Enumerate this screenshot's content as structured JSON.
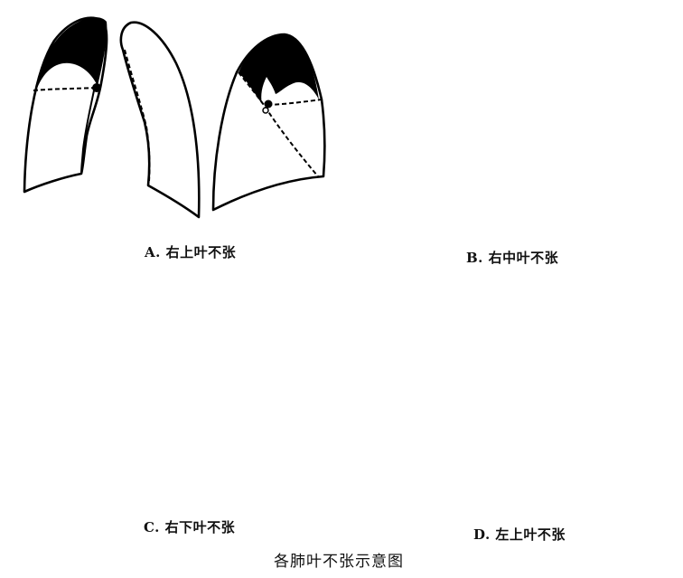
{
  "figure": {
    "title": "各肺叶不张示意图",
    "panels": [
      {
        "id": "A",
        "caption": "A. 右上叶不张",
        "meaning": "right upper lobe atelectasis"
      },
      {
        "id": "B",
        "caption": "B. 右中叶不张",
        "meaning": "right middle lobe atelectasis"
      },
      {
        "id": "C",
        "caption": "C. 右下叶不张",
        "meaning": "right lower lobe atelectasis"
      },
      {
        "id": "D",
        "caption": "D. 左上叶不张",
        "meaning": "left upper lobe atelectasis"
      }
    ],
    "colors": {
      "ink": "#000000",
      "background": "#ffffff"
    }
  }
}
